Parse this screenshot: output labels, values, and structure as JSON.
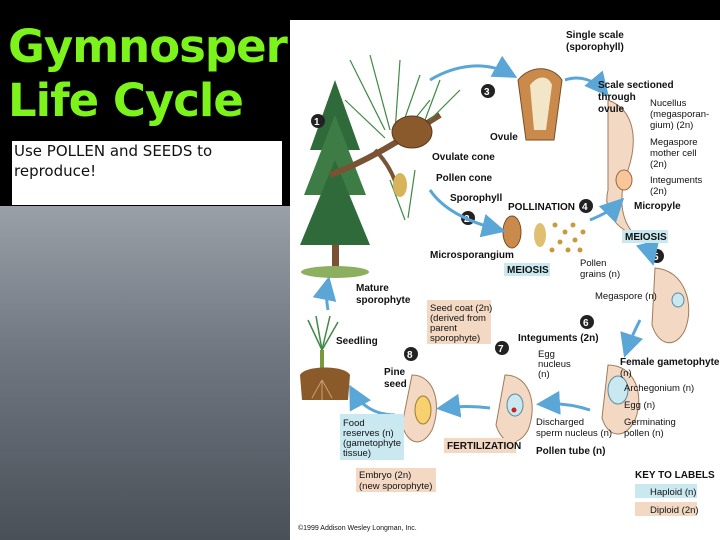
{
  "slide": {
    "title_line1": "Gymnosperm",
    "title_line2": "Life Cycle",
    "subtitle_line1": "Use POLLEN and SEEDS to",
    "subtitle_line2": "reproduce!"
  },
  "diagram": {
    "steps": [
      "1",
      "2",
      "3",
      "4",
      "5",
      "6",
      "7",
      "8"
    ],
    "labels": {
      "single_scale_1": "Single scale",
      "single_scale_2": "(sporophyll)",
      "scale_sectioned_1": "Scale sectioned",
      "scale_sectioned_2": "through",
      "scale_sectioned_3": "ovule",
      "nucellus_1": "Nucellus",
      "nucellus_2": "(megasporan-",
      "nucellus_3": "gium) (2n)",
      "megaspore_mother_1": "Megaspore",
      "megaspore_mother_2": "mother cell",
      "megaspore_mother_3": "(2n)",
      "integuments_1": "Integuments",
      "integuments_2": "(2n)",
      "ovule": "Ovule",
      "ovulate_cone": "Ovulate cone",
      "pollen_cone": "Pollen cone",
      "sporophyll": "Sporophyll",
      "micropyle": "Micropyle",
      "microsporangium": "Microsporangium",
      "pollen_grains_1": "Pollen",
      "pollen_grains_2": "grains (n)",
      "megaspore": "Megaspore (n)",
      "mature_sporophyte_1": "Mature",
      "mature_sporophyte_2": "sporophyte",
      "seed_coat_1": "Seed coat (2n)",
      "seed_coat_2": "(derived from",
      "seed_coat_3": "parent",
      "seed_coat_4": "sporophyte)",
      "integuments_2n": "Integuments (2n)",
      "seedling": "Seedling",
      "egg_nucleus_1": "Egg",
      "egg_nucleus_2": "nucleus",
      "egg_nucleus_3": "(n)",
      "female_gametophyte_1": "Female gametophyte",
      "female_gametophyte_2": "(n)",
      "archegonium": "Archegonium (n)",
      "egg": "Egg (n)",
      "pine_seed_1": "Pine",
      "pine_seed_2": "seed",
      "food_reserves_1": "Food",
      "food_reserves_2": "reserves (n)",
      "food_reserves_3": "(gametophyte",
      "food_reserves_4": "tissue)",
      "discharged_sperm_1": "Discharged",
      "discharged_sperm_2": "sperm nucleus (n)",
      "germinating_pollen_1": "Germinating",
      "germinating_pollen_2": "pollen (n)",
      "pollen_tube": "Pollen tube (n)",
      "embryo_1": "Embryo (2n)",
      "embryo_2": "(new sporophyte)",
      "key_title": "KEY TO LABELS",
      "key_haploid": "Haploid (n)",
      "key_diploid": "Diploid (2n)",
      "copyright": "©1999 Addison Wesley Longman, Inc."
    },
    "stages": {
      "pollination": "POLLINATION",
      "meiosis_1": "MEIOSIS",
      "meiosis_2": "MEIOSIS",
      "fertilization": "FERTILIZATION"
    },
    "colors": {
      "haploid": "#c9e8ef",
      "diploid": "#f3d9c4",
      "arrow": "#5aa6d6"
    }
  }
}
